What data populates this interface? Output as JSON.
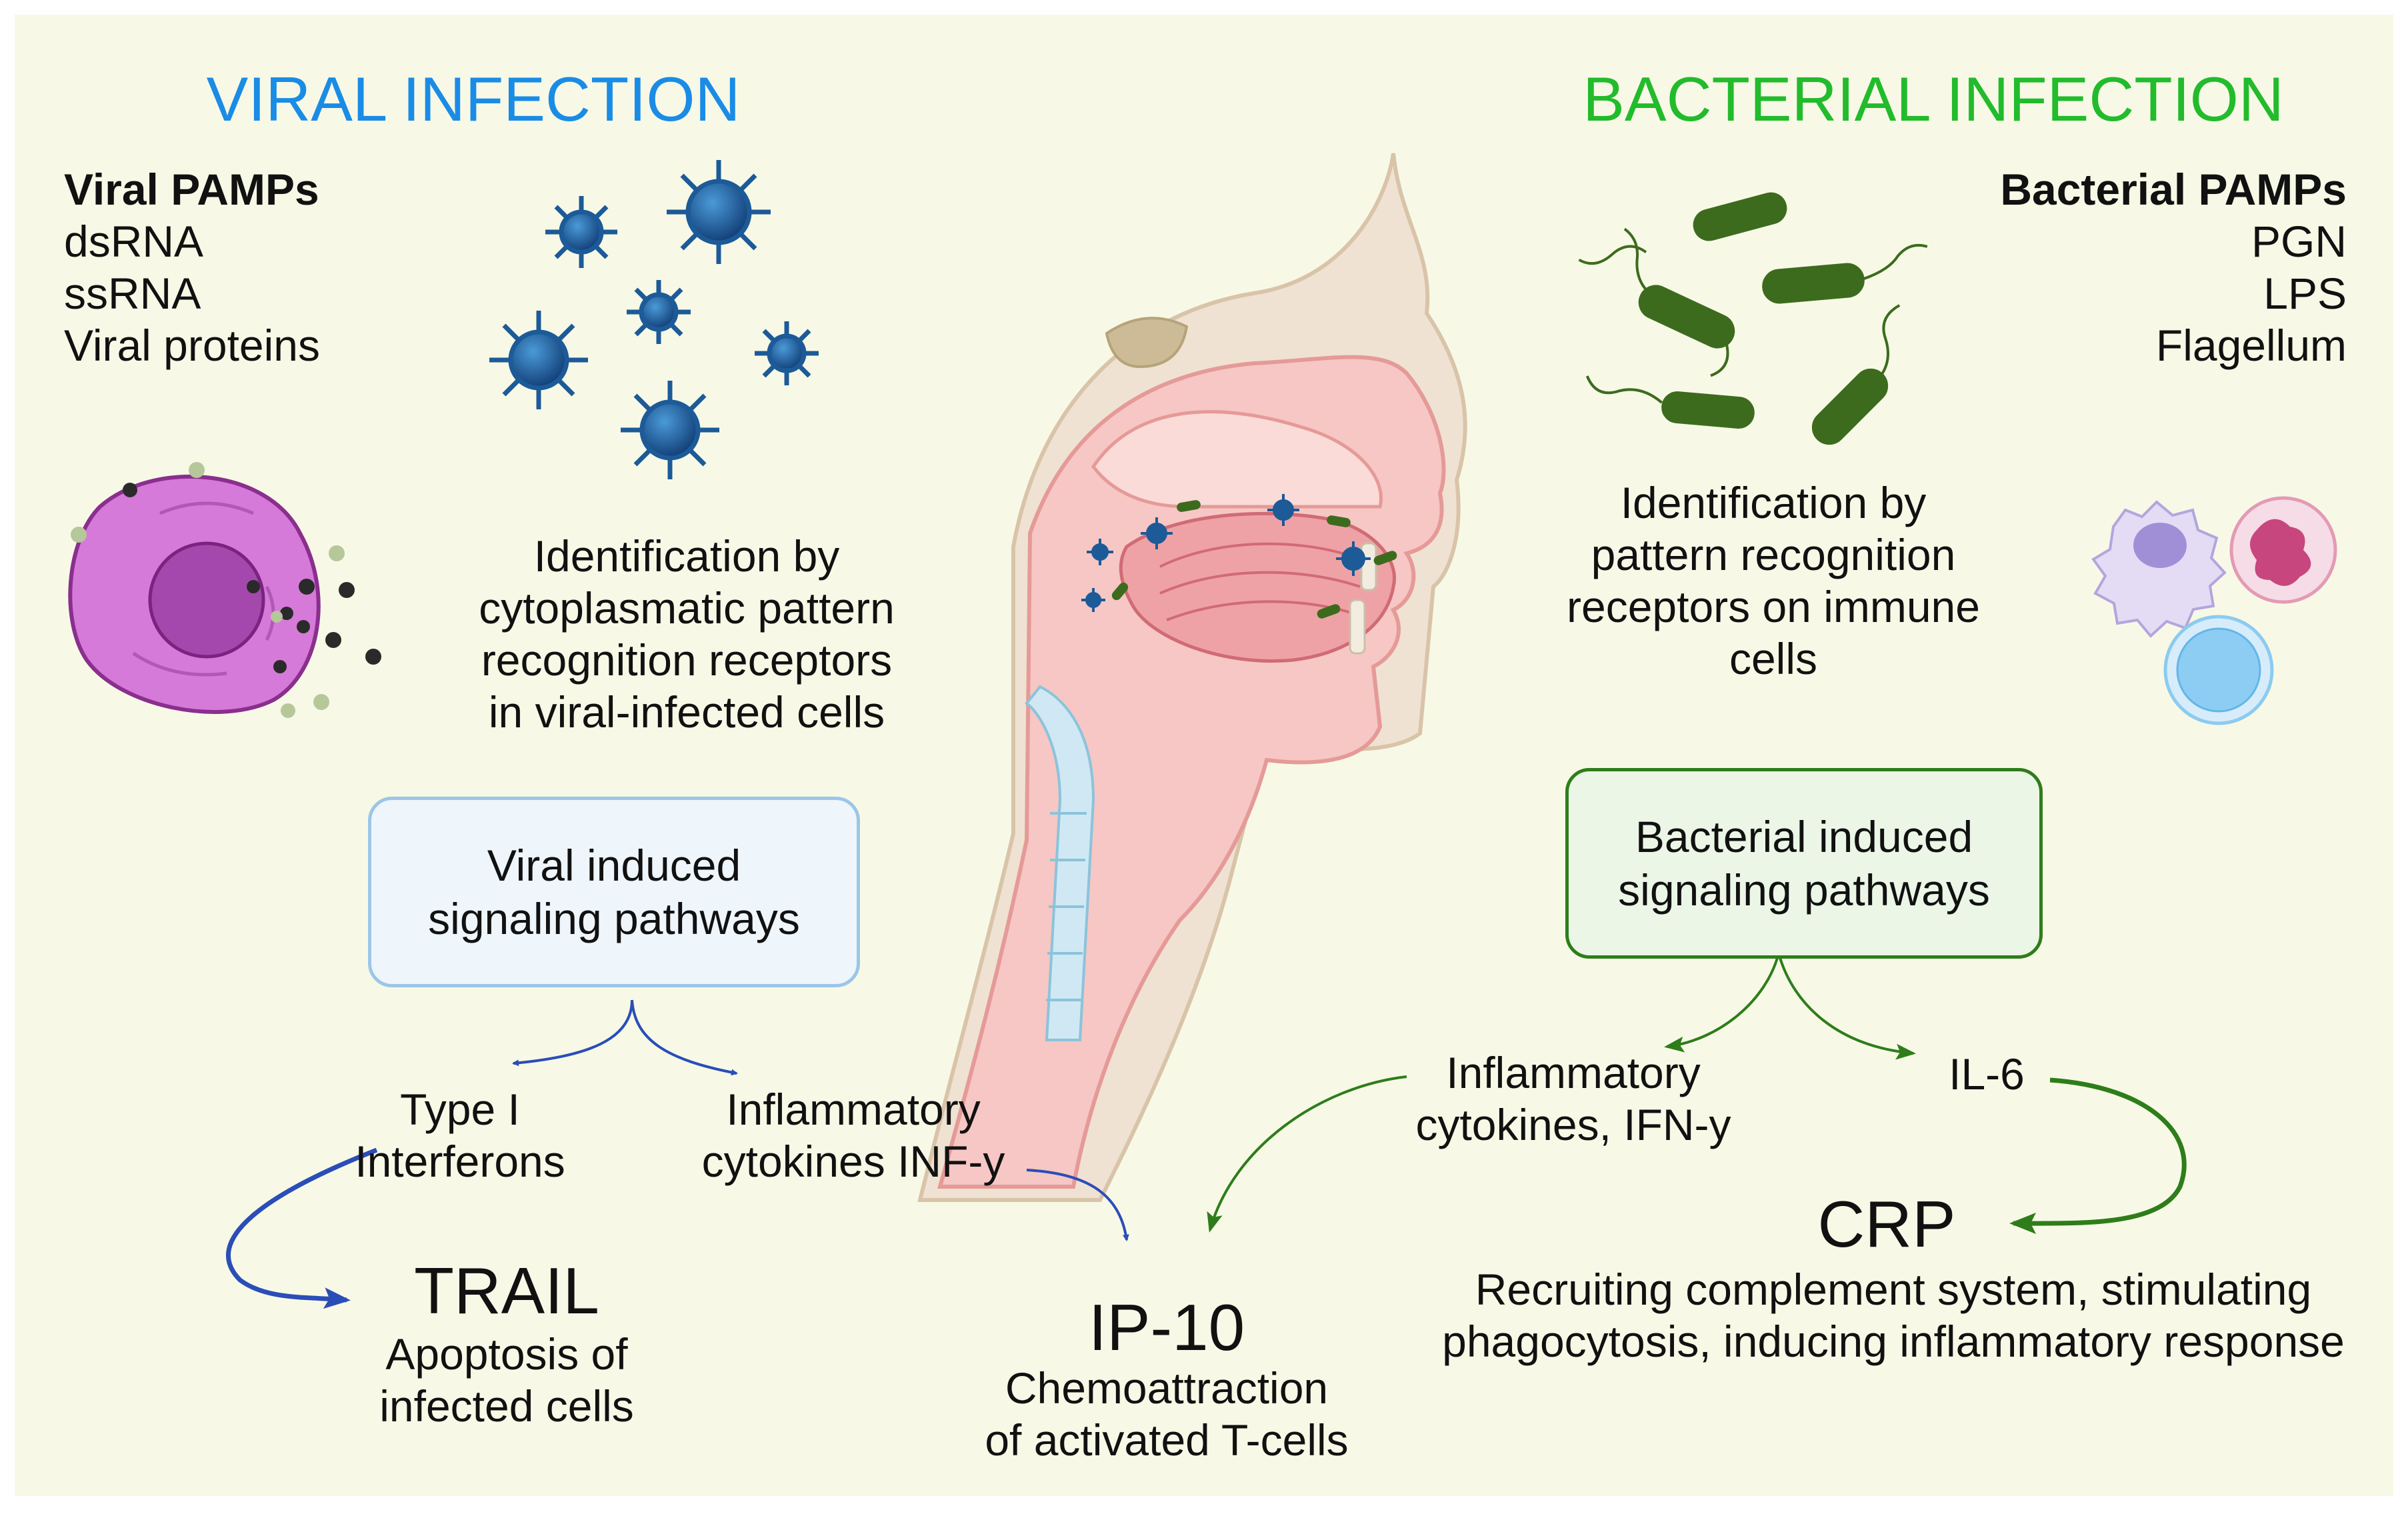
{
  "viral": {
    "title": "VIRAL INFECTION",
    "pamps_title": "Viral PAMPs",
    "pamps": [
      "dsRNA",
      "ssRNA",
      "Viral proteins"
    ],
    "identification": [
      "Identification by",
      "cytoplasmatic pattern",
      "recognition receptors",
      "in viral-infected cells"
    ],
    "box": [
      "Viral induced",
      "signaling pathways"
    ],
    "type1": [
      "Type I",
      "Interferons"
    ],
    "inflammatory": [
      "Inflammatory",
      "cytokines INF-y"
    ],
    "trail_title": "TRAIL",
    "trail_desc": [
      "Apoptosis of",
      "infected cells"
    ],
    "color": "#1a8ce6"
  },
  "bacterial": {
    "title": "BACTERIAL INFECTION",
    "pamps_title": "Bacterial PAMPs",
    "pamps": [
      "PGN",
      "LPS",
      "Flagellum"
    ],
    "identification": [
      "Identification by",
      "pattern recognition",
      "receptors on immune",
      "cells"
    ],
    "box": [
      "Bacterial induced",
      "signaling pathways"
    ],
    "inflammatory": [
      "Inflammatory",
      "cytokines, IFN-y"
    ],
    "il6": "IL-6",
    "crp_title": "CRP",
    "crp_desc": [
      "Recruiting complement system, stimulating",
      "phagocytosis, inducing inflammatory response"
    ],
    "color": "#22bb2c"
  },
  "ip10": {
    "title": "IP-10",
    "desc": [
      "Chemoattraction",
      "of activated T-cells"
    ]
  },
  "colors": {
    "background": "#f7f9e6",
    "viral_arrow": "#2a4db8",
    "bacterial_arrow": "#2e7d1a",
    "virus": "#1c5a98",
    "bacterium": "#3d6b1e"
  }
}
